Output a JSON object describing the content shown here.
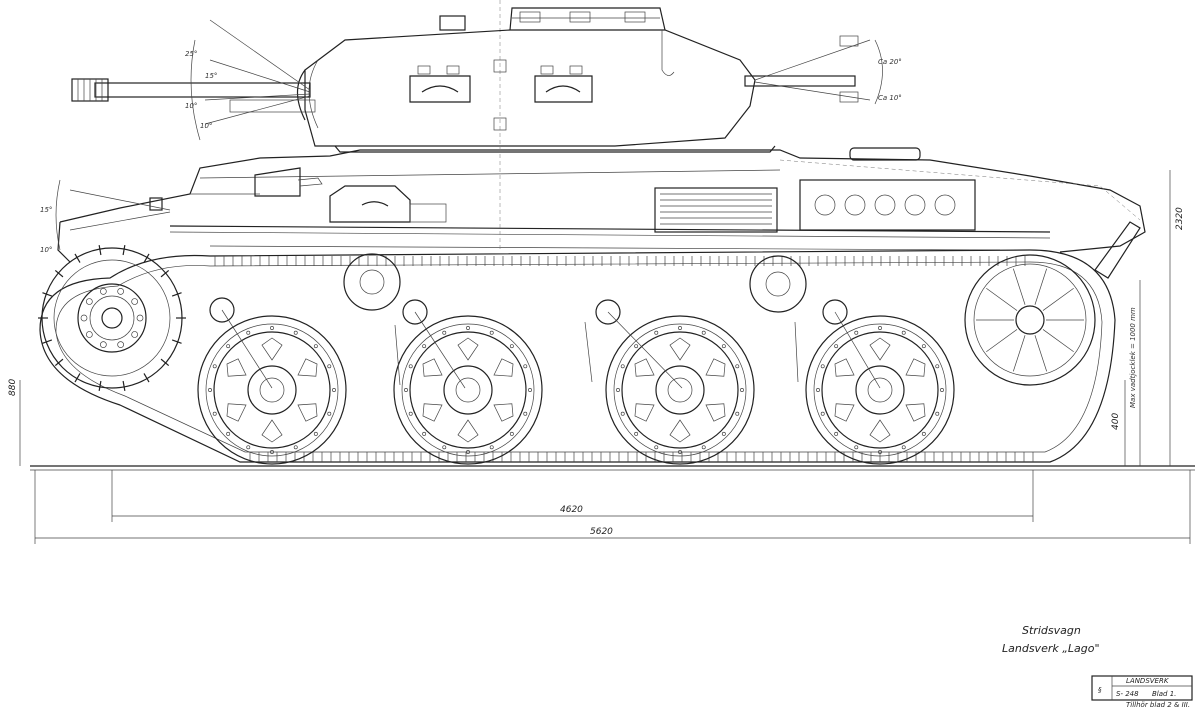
{
  "title": {
    "line1": "Stridsvagn",
    "line2": "Landsverk „Lago\""
  },
  "title_block": {
    "company": "LANDSVERK",
    "number": "S- 248",
    "sheet": "Blad 1.",
    "note": "Tillhör blad 2 & III."
  },
  "dimensions": {
    "wheelbase": "4620",
    "overall_length": "5620",
    "overall_height": "2320",
    "ground_clearance": "400",
    "track_height": "880",
    "slope_note": "Max vadtjocklek = 1000 mm"
  },
  "angle_labels": {
    "gun_elev_1": "25°",
    "gun_elev_2": "15°",
    "gun_elev_3": "10°",
    "gun_elev_4": "10°",
    "hull_gun_1": "15°",
    "hull_gun_2": "10°",
    "rear_gun_1": "Ca 20°",
    "rear_gun_2": "Ca 10°"
  }
}
